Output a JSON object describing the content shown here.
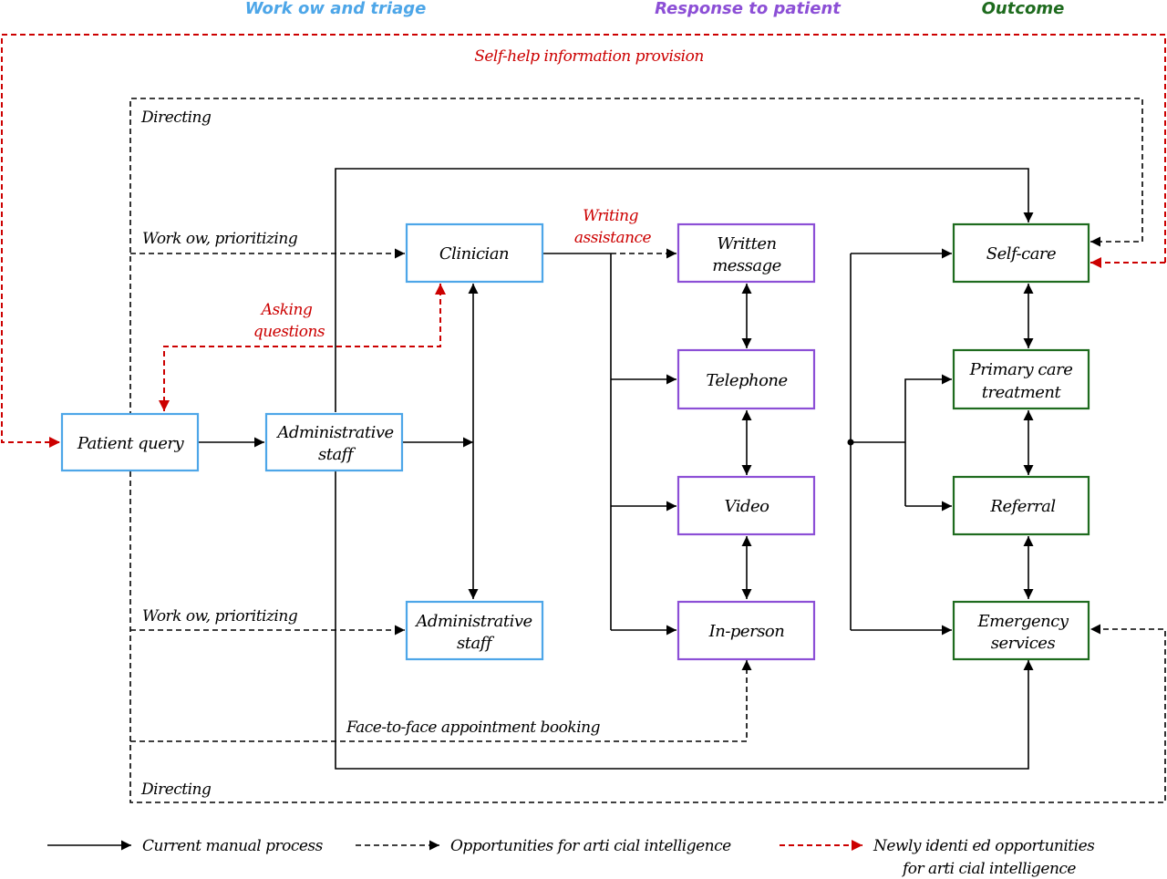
{
  "colors": {
    "blue": "#4da6e8",
    "purple": "#8c4fd6",
    "green": "#1e6b1e",
    "red": "#cc0000",
    "black": "#000000"
  },
  "headers": {
    "workflow": "Work ow and triage",
    "response": "Response to patient",
    "outcome": "Outcome"
  },
  "boxes": {
    "patient_query": [
      "Patient query"
    ],
    "admin_staff_main": [
      "Administrative",
      "staff"
    ],
    "clinician": [
      "Clinician"
    ],
    "admin_staff_lower": [
      "Administrative",
      "staff"
    ],
    "written_message": [
      "Written",
      "message"
    ],
    "telephone": [
      "Telephone"
    ],
    "video": [
      "Video"
    ],
    "in_person": [
      "In-person"
    ],
    "self_care": [
      "Self-care"
    ],
    "primary_care": [
      "Primary care",
      "treatment"
    ],
    "referral": [
      "Referral"
    ],
    "emergency": [
      "Emergency",
      "services"
    ]
  },
  "labels": {
    "self_help": "Self-help information provision",
    "directing_top": "Directing",
    "directing_bottom": "Directing",
    "workflow_top": "Work ow, prioritizing",
    "workflow_bottom": "Work ow, prioritizing",
    "asking_questions": [
      "Asking",
      "questions"
    ],
    "writing_assistance": [
      "Writing",
      "assistance"
    ],
    "face_to_face": "Face-to-face appointment booking"
  },
  "legend": {
    "current": "Current manual process",
    "opportunities": "Opportunities for arti cial intelligence",
    "newly": [
      "Newly identi ed opportunities",
      "for arti cial intelligence"
    ]
  }
}
